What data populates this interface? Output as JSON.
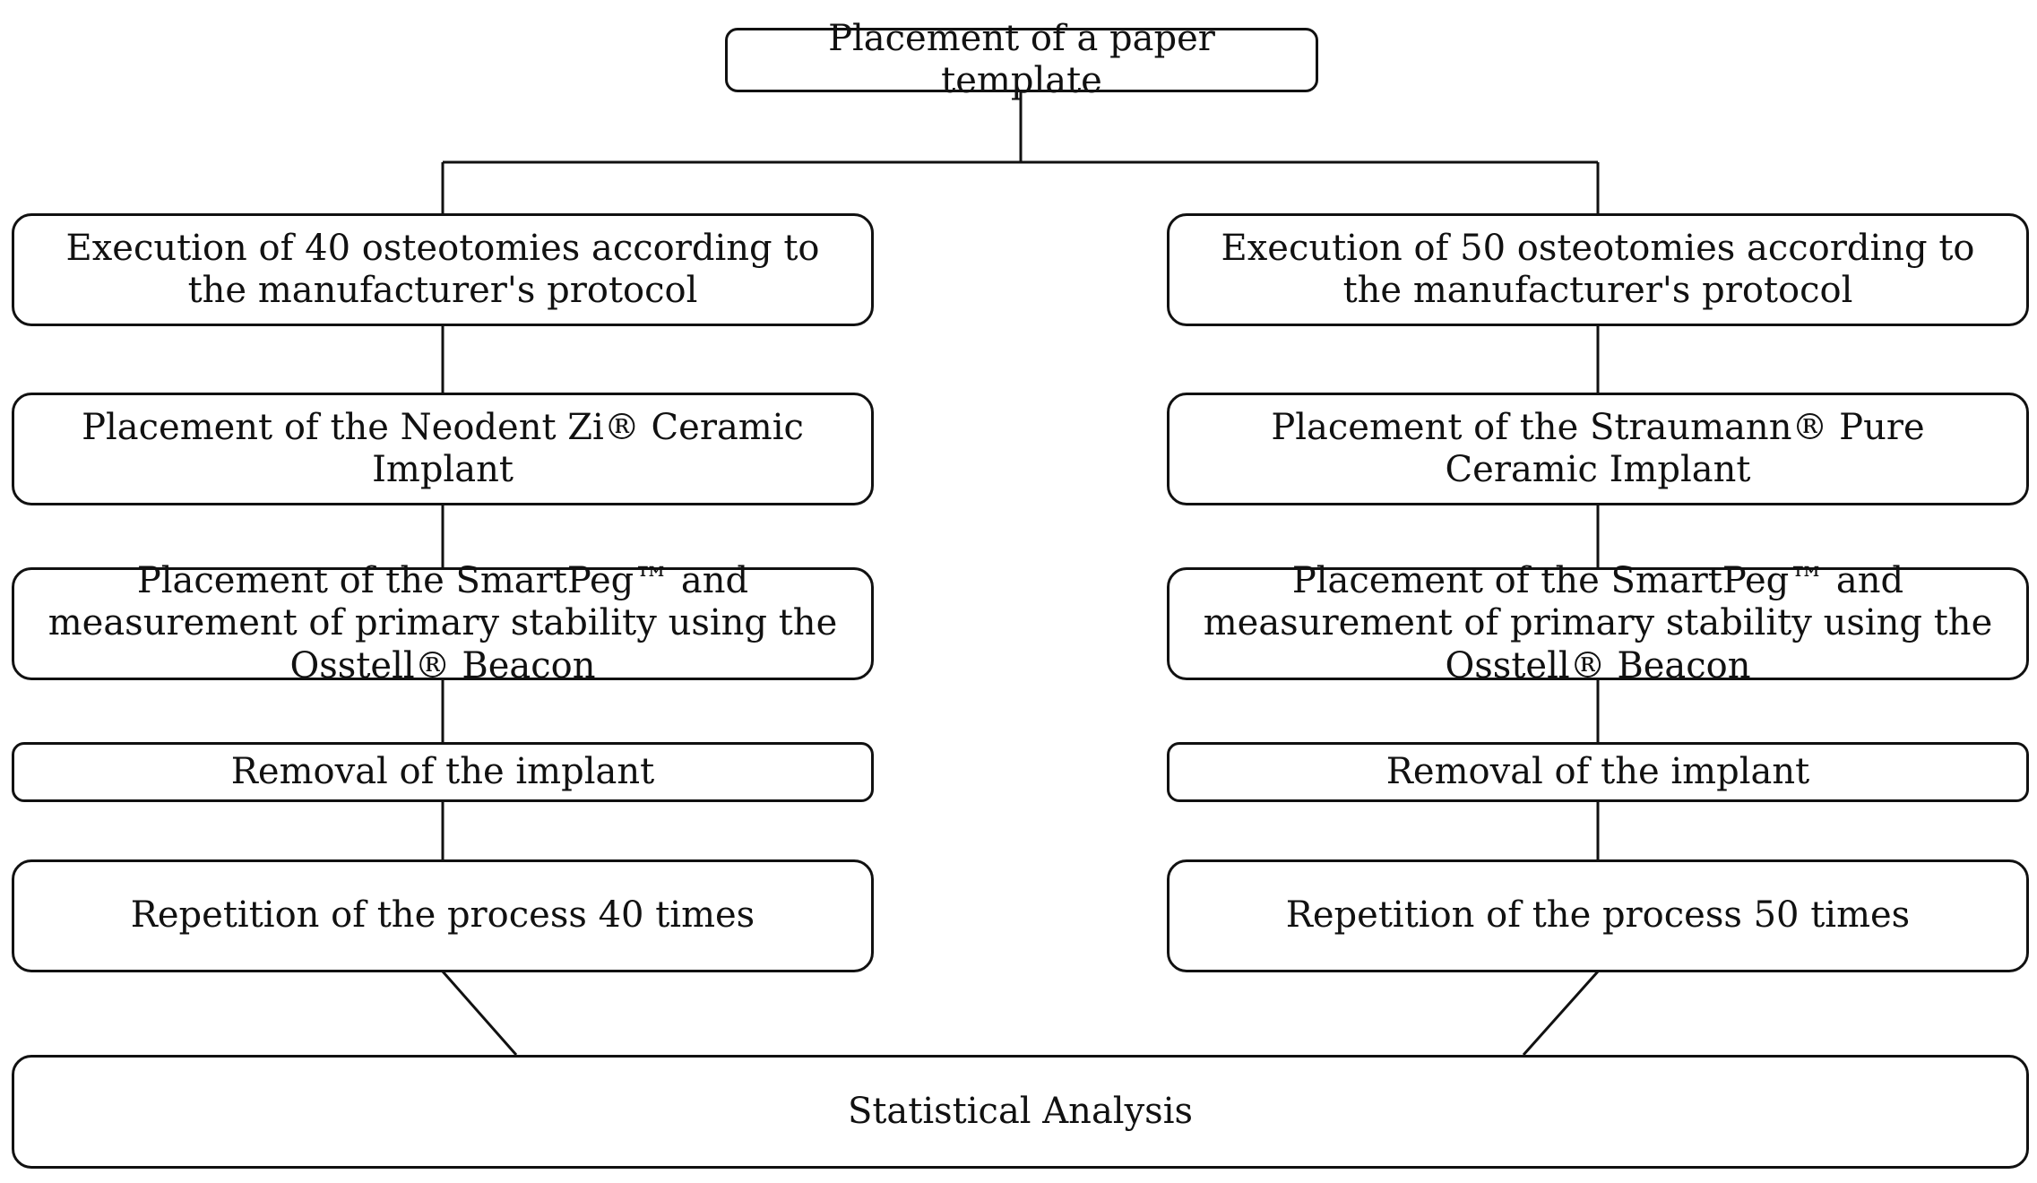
{
  "diagram": {
    "top": {
      "label": "Placement of a paper template"
    },
    "left_branch": {
      "step1": "Execution of 40 osteotomies according to the manufacturer's protocol",
      "step2": "Placement of the Neodent Zi® Ceramic Implant",
      "step3": "Placement of the SmartPeg™ and measurement of primary stability using the Osstell® Beacon",
      "step4": "Removal of the implant",
      "step5": "Repetition of the process 40 times"
    },
    "right_branch": {
      "step1": "Execution of 50 osteotomies according to the manufacturer's protocol",
      "step2": "Placement of the Straumann® Pure Ceramic Implant",
      "step3": "Placement of the SmartPeg™ and measurement of primary stability using the Osstell® Beacon",
      "step4": "Removal of the implant",
      "step5": "Repetition of the process 50 times"
    },
    "bottom": {
      "label": "Statistical Analysis"
    }
  },
  "colors": {
    "stroke": "#111111",
    "background": "#ffffff",
    "text": "#111111"
  }
}
